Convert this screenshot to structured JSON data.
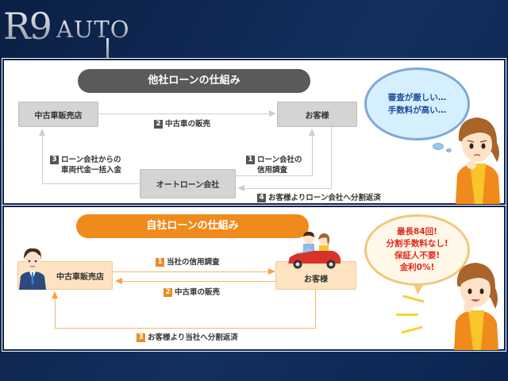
{
  "header": {
    "logo_r9": "R9",
    "logo_auto": "AUTO"
  },
  "top_section": {
    "title": "他社ローンの仕組み",
    "title_color": "#5a5a5a",
    "nodes": {
      "dealer": "中古車販売店",
      "customer": "お客様",
      "loan_company": "オートローン会社"
    },
    "steps": [
      {
        "num": "1",
        "line1": "ローン会社の",
        "line2": "信用調査"
      },
      {
        "num": "2",
        "line1": "中古車の販売",
        "line2": ""
      },
      {
        "num": "3",
        "line1": "ローン会社からの",
        "line2": "車両代金一括入金"
      },
      {
        "num": "4",
        "line1": "お客様よりローン会社へ分割返済",
        "line2": ""
      }
    ],
    "bubble": {
      "line1": "審査が厳しい…",
      "line2": "手数料が高い…"
    }
  },
  "bottom_section": {
    "title": "自社ローンの仕組み",
    "title_color": "#f08a1c",
    "nodes": {
      "dealer": "中古車販売店",
      "customer": "お客様"
    },
    "steps": [
      {
        "num": "1",
        "label": "当社の信用調査"
      },
      {
        "num": "2",
        "label": "中古車の販売"
      },
      {
        "num": "3",
        "label": "お客様より当社へ分割返済"
      }
    ],
    "bubble": {
      "line1": "最長84回!",
      "line2": "分割手数料なし!",
      "line3": "保証人不要!",
      "line4": "金利0%!"
    }
  },
  "colors": {
    "background_navy": "#0d2450",
    "gray_box": "#d4d4d4",
    "orange_box": "#fde3bf",
    "orange_accent": "#f08a1c",
    "bubble_text_blue": "#1f4d9c",
    "bubble_text_red": "#e5281d"
  }
}
